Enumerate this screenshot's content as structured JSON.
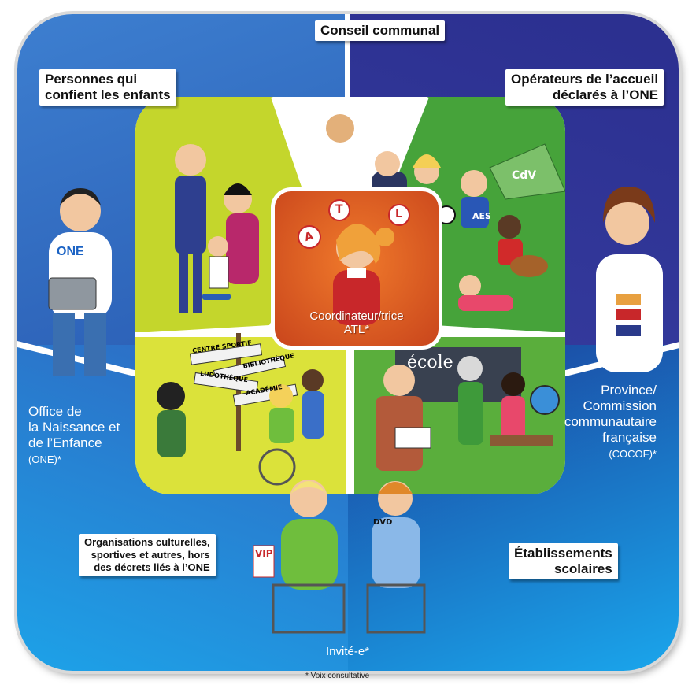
{
  "center": {
    "title": "Coordinateur/trice",
    "subtitle": "ATL*",
    "juggle_letters": [
      "A",
      "T",
      "L"
    ]
  },
  "labels": {
    "conseil": "Conseil communal",
    "personnes_l1": "Personnes qui",
    "personnes_l2": "confient les enfants",
    "operateurs_l1": "Opérateurs de l’accueil",
    "operateurs_l2": "déclarés à l’ONE",
    "organisations_l1": "Organisations culturelles,",
    "organisations_l2": "sportives et autres, hors",
    "organisations_l3": "des décrets liés à l’ONE",
    "etablissements_l1": "Établissements",
    "etablissements_l2": "scolaires"
  },
  "sides": {
    "one_l1": "Office de",
    "one_l2": "la Naissance et",
    "one_l3": "de l’Enfance",
    "one_l4": "(ONE)*",
    "prov_l1": "Province/",
    "prov_l2": "Commission",
    "prov_l3": "communautaire",
    "prov_l4": "française",
    "prov_l5": "(COCOF)*",
    "invite": "Invité-e*"
  },
  "footnote": "* Voix consultative",
  "signs": {
    "centre_sportif": "CENTRE SPORTIF",
    "bibliotheque": "BIBLIOTHÈQUE",
    "ludotheque": "LUDOTHÈQUE",
    "academie": "ACADÉMIE",
    "ecole": "école",
    "vip": "VIP",
    "dvd": "DVD",
    "aes": "AES",
    "cdv": "CdV",
    "one_logo": "ONE"
  },
  "colors": {
    "tl": "#2f6cc6",
    "tr": "#2b2f8f",
    "bl": "#1e8fdc",
    "br": "#1a76d6",
    "yellow": "#c8d62a",
    "green": "#4fa83a",
    "center": "#e0622a"
  }
}
